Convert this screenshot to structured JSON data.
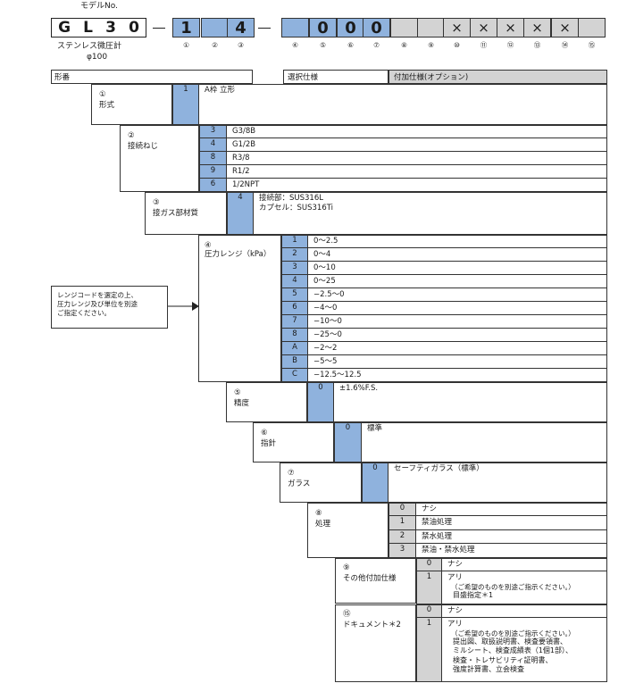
{
  "header": {
    "model_label": "モデルNo.",
    "model_chars": [
      "G",
      "L",
      "3",
      "0"
    ],
    "digits": [
      {
        "value": "1",
        "style": "blue"
      },
      {
        "value": "",
        "style": "blue"
      },
      {
        "value": "4",
        "style": "blue"
      },
      {
        "value": "",
        "style": "blue"
      },
      {
        "value": "0",
        "style": "blue"
      },
      {
        "value": "0",
        "style": "blue"
      },
      {
        "value": "0",
        "style": "blue"
      },
      {
        "value": "",
        "style": "gray"
      },
      {
        "value": "",
        "style": "gray"
      },
      {
        "value": "×",
        "style": "gray"
      },
      {
        "value": "×",
        "style": "gray"
      },
      {
        "value": "×",
        "style": "gray"
      },
      {
        "value": "×",
        "style": "gray"
      },
      {
        "value": "×",
        "style": "gray"
      },
      {
        "value": "",
        "style": "gray"
      }
    ],
    "numbers": [
      "①",
      "②",
      "③",
      "④",
      "⑤",
      "⑥",
      "⑦",
      "⑧",
      "⑨",
      "⑩",
      "⑪",
      "⑫",
      "⑬",
      "⑭",
      "⑮"
    ],
    "product_name": "ステンレス微圧計",
    "product_size": "φ100"
  },
  "bands": {
    "model": "形番",
    "select": "選択仕様",
    "option": "付加仕様(オプション)"
  },
  "note": "レンジコードを選定の上、\n圧力レンジ及び単位を別途\nご指定ください。",
  "sections": {
    "s1": {
      "num": "①",
      "label": "形式",
      "rows": [
        {
          "code": "1",
          "text": "A枠  立形"
        }
      ]
    },
    "s2": {
      "num": "②",
      "label": "接続ねじ",
      "rows": [
        {
          "code": "3",
          "text": "G3/8B"
        },
        {
          "code": "4",
          "text": "G1/2B"
        },
        {
          "code": "8",
          "text": "R3/8"
        },
        {
          "code": "9",
          "text": "R1/2"
        },
        {
          "code": "6",
          "text": "1/2NPT"
        }
      ]
    },
    "s3": {
      "num": "③",
      "label": "接ガス部材質",
      "rows": [
        {
          "code": "4",
          "text": "接続部：SUS316L\nカプセル：SUS316Ti"
        }
      ]
    },
    "s4": {
      "num": "④",
      "label": "圧力レンジ（kPa）",
      "rows": [
        {
          "code": "1",
          "text": "0〜2.5"
        },
        {
          "code": "2",
          "text": "0〜4"
        },
        {
          "code": "3",
          "text": "0〜10"
        },
        {
          "code": "4",
          "text": "0〜25"
        },
        {
          "code": "5",
          "text": "−2.5〜0"
        },
        {
          "code": "6",
          "text": "−4〜0"
        },
        {
          "code": "7",
          "text": "−10〜0"
        },
        {
          "code": "8",
          "text": "−25〜0"
        },
        {
          "code": "A",
          "text": "−2〜2"
        },
        {
          "code": "B",
          "text": "−5〜5"
        },
        {
          "code": "C",
          "text": "−12.5〜12.5"
        }
      ]
    },
    "s5": {
      "num": "⑤",
      "label": "精度",
      "rows": [
        {
          "code": "0",
          "text": "±1.6%F.S."
        }
      ]
    },
    "s6": {
      "num": "⑥",
      "label": "指針",
      "rows": [
        {
          "code": "0",
          "text": "標準"
        }
      ]
    },
    "s7": {
      "num": "⑦",
      "label": "ガラス",
      "rows": [
        {
          "code": "0",
          "text": "セーフティガラス（標準）"
        }
      ]
    },
    "s8": {
      "num": "⑧",
      "label": "処理",
      "rows": [
        {
          "code": "0",
          "text": "ナシ"
        },
        {
          "code": "1",
          "text": "禁油処理"
        },
        {
          "code": "2",
          "text": "禁水処理"
        },
        {
          "code": "3",
          "text": "禁油・禁水処理"
        }
      ]
    },
    "s9": {
      "num": "⑨",
      "label": "その他付加仕様",
      "rows": [
        {
          "code": "0",
          "text": "ナシ"
        },
        {
          "code": "1",
          "text": "アリ",
          "sub": "（ご希望のものを別途ご指示ください。）",
          "extra": "目盛指定＊1"
        }
      ]
    },
    "s15": {
      "num": "⑮",
      "label": "ドキュメント＊2",
      "rows": [
        {
          "code": "0",
          "text": "ナシ"
        },
        {
          "code": "1",
          "text": "アリ",
          "sub": "（ご希望のものを別途ご指示ください。）",
          "extra": "提出図、取扱説明書、検査要領書、\nミルシート、検査成績表（1個1部）、\n検査・トレサビリティ証明書、\n強度計算書、立会検査"
        }
      ]
    }
  }
}
